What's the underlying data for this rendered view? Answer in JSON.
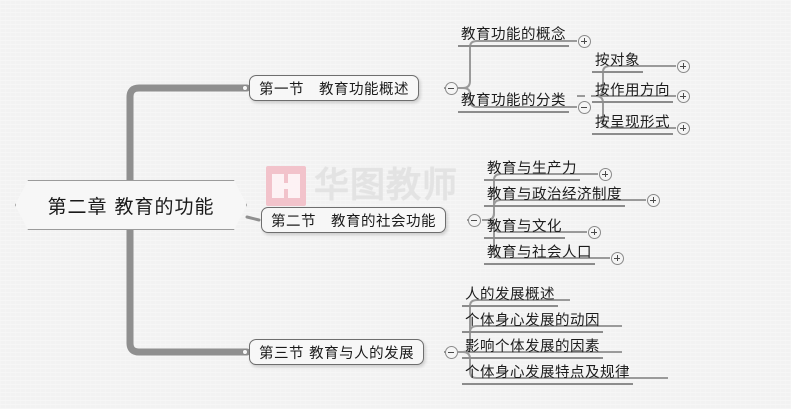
{
  "document": {
    "type": "mind-map",
    "title": "第二章  教育的功能",
    "background_color": "#f2f2f2",
    "node_fill_color": "#f7f7f7",
    "node_border_color": "#6e6e6e",
    "connector_color": "#8a8a8a"
  },
  "watermark": {
    "text": "华图教师",
    "logo_name": "huatu-logo",
    "logo_color": "#f2c3cb",
    "text_color": "#e3e3e3"
  },
  "root": {
    "label": "第二章  教育的功能"
  },
  "sections": [
    {
      "id": "section-1",
      "label": "第一节　教育功能概述",
      "toggle": "minus",
      "children": [
        {
          "label": "教育功能的概念",
          "toggle": "plus",
          "children": []
        },
        {
          "label": "教育功能的分类",
          "toggle": "minus",
          "children": [
            {
              "label": "按对象",
              "toggle": "plus"
            },
            {
              "label": "按作用方向",
              "toggle": "plus"
            },
            {
              "label": "按呈现形式",
              "toggle": "plus"
            }
          ]
        }
      ]
    },
    {
      "id": "section-2",
      "label": "第二节　教育的社会功能",
      "toggle": "minus",
      "children": [
        {
          "label": "教育与生产力",
          "toggle": "plus",
          "children": []
        },
        {
          "label": "教育与政治经济制度",
          "toggle": "plus",
          "children": []
        },
        {
          "label": "教育与文化",
          "toggle": "plus",
          "children": []
        },
        {
          "label": "教育与社会人口",
          "toggle": "plus",
          "children": []
        }
      ]
    },
    {
      "id": "section-3",
      "label": "第三节  教育与人的发展",
      "toggle": "minus",
      "children": [
        {
          "label": "人的发展概述",
          "toggle": "none",
          "children": []
        },
        {
          "label": "个体身心发展的动因",
          "toggle": "none",
          "children": []
        },
        {
          "label": "影响个体发展的因素",
          "toggle": "none",
          "children": []
        },
        {
          "label": "个体身心发展特点及规律",
          "toggle": "none",
          "children": []
        }
      ]
    }
  ]
}
